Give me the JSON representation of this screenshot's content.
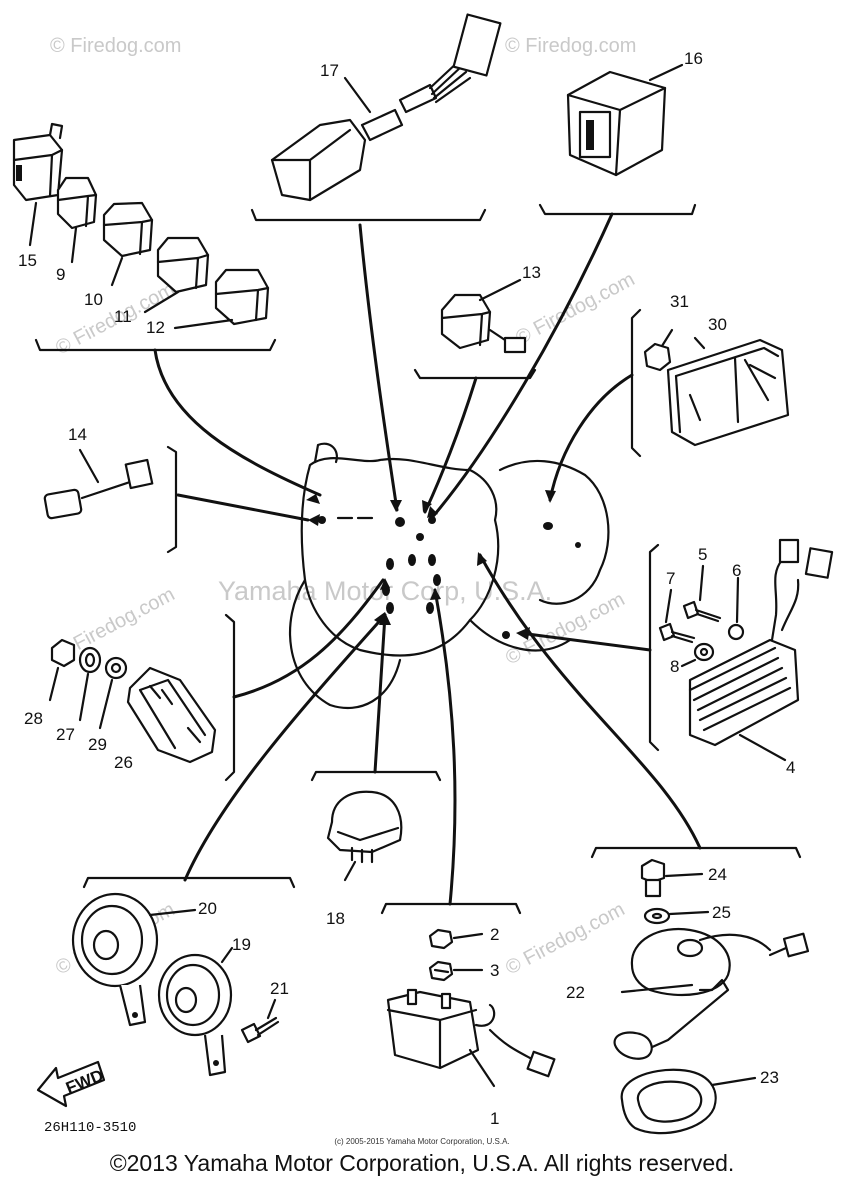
{
  "watermarks": {
    "corner": "© Firedog.com",
    "center": "Yamaha Motor Corp, U.S.A."
  },
  "callouts": [
    "1",
    "2",
    "3",
    "4",
    "5",
    "6",
    "7",
    "8",
    "9",
    "10",
    "11",
    "12",
    "13",
    "14",
    "15",
    "16",
    "17",
    "18",
    "19",
    "20",
    "21",
    "22",
    "23",
    "24",
    "25",
    "26",
    "27",
    "28",
    "29",
    "30",
    "31"
  ],
  "arrow_label": "FWD",
  "doc_code": "26H110-3510",
  "small_copyright": "(c) 2005-2015 Yamaha Motor Corporation, U.S.A.",
  "main_copyright": "©2013 Yamaha Motor Corporation, U.S.A. All rights reserved.",
  "colors": {
    "ink": "#111111",
    "watermark": "#c9c9c9",
    "background": "#ffffff"
  }
}
